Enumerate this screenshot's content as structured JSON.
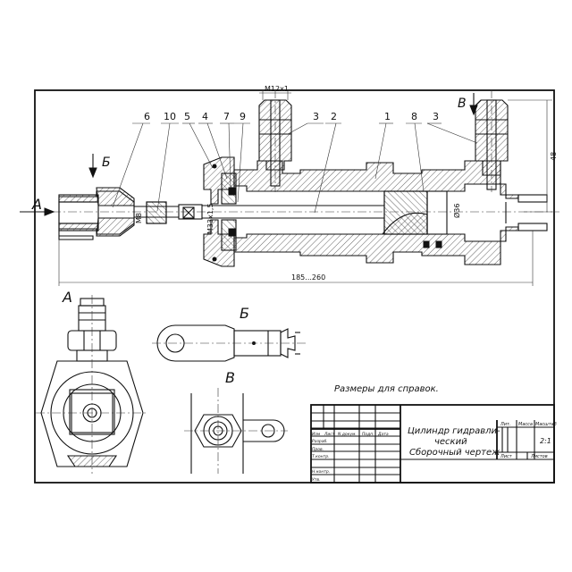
{
  "callouts": [
    "6",
    "10",
    "5",
    "4",
    "7",
    "9",
    "3",
    "2",
    "1",
    "8",
    "3"
  ],
  "dimensions": {
    "thread_top": "M12x1",
    "thread_body": "M33x1,5",
    "thread_rod": "M8",
    "bore": "Ø36",
    "height": "48",
    "length": "185...260"
  },
  "view_labels": {
    "a": "A",
    "b": "Б",
    "v": "В"
  },
  "note": "Размеры для справок.",
  "title_block": {
    "title_line1": "Цилиндр гидравли-",
    "title_line2": "ческий",
    "title_line3": "Сборочный чертеж",
    "scale": "2:1",
    "col_lit": "Лит.",
    "col_mass": "Масса",
    "col_scale": "Масштаб",
    "col_izm": "Изм",
    "col_list": "Лист",
    "col_doc": "N докум.",
    "col_sign": "Подп.",
    "col_date": "Дата",
    "row_razrab": "Разраб.",
    "row_prov": "Пров.",
    "row_tkontr": "Т.контр.",
    "row_nkontr": "Н.контр.",
    "row_utv": "Утв.",
    "sheet": "Лист",
    "sheets": "Листов"
  }
}
